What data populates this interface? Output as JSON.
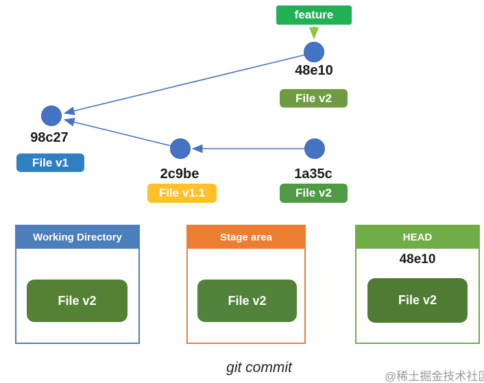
{
  "diagram": {
    "branch_label": "feature",
    "commits": [
      {
        "id": "48e10",
        "file_label": "File v2",
        "file_color": "#6f9c41"
      },
      {
        "id": "98c27",
        "file_label": "File v1",
        "file_color": "#2f80c3"
      },
      {
        "id": "2c9be",
        "file_label": "File v1.1",
        "file_color": "#ffc02a"
      },
      {
        "id": "1a35c",
        "file_label": "File v2",
        "file_color": "#4f9a44"
      }
    ],
    "edges": [
      {
        "from": "48e10",
        "to": "98c27"
      },
      {
        "from": "2c9be",
        "to": "98c27"
      },
      {
        "from": "1a35c",
        "to": "2c9be"
      },
      {
        "from": "feature",
        "to": "48e10"
      }
    ]
  },
  "areas": [
    {
      "title": "Working Directory",
      "file_label": "File v2",
      "accent_color": "#4c7ebb"
    },
    {
      "title": "Stage area",
      "file_label": "File v2",
      "accent_color": "#ed7d31"
    },
    {
      "title": "HEAD",
      "head_commit": "48e10",
      "file_label": "File v2",
      "accent_color": "#70ad47"
    }
  ],
  "caption": "git commit",
  "watermark": "@稀土掘金技术社区",
  "colors": {
    "commit_node": "#4472c4",
    "edge_arrow": "#4472c4",
    "branch_badge": "#22b054",
    "branch_arrow": "#8cc63e",
    "file_button_green": "#548235",
    "background": "#ffffff"
  }
}
